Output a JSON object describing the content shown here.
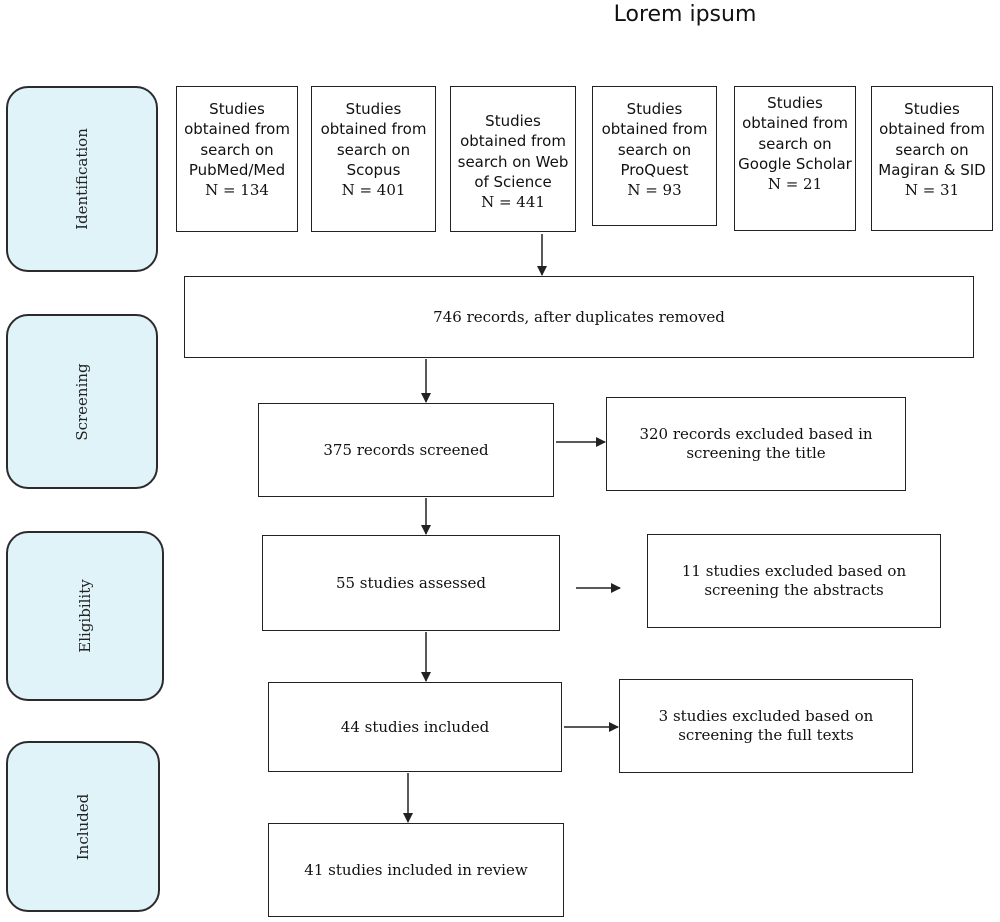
{
  "title": "Lorem ipsum",
  "stages": {
    "identification": "Identification",
    "screening": "Screening",
    "eligibility": "Eligibility",
    "included": "Included"
  },
  "sources": [
    {
      "label": "Studies obtained from search on PubMed/Med",
      "count": "N = 134"
    },
    {
      "label": "Studies obtained from search on Scopus",
      "count": "N = 401"
    },
    {
      "label": "Studies obtained from search on Web of Science",
      "count": "N = 441"
    },
    {
      "label": "Studies obtained from search on ProQuest",
      "count": "N = 93"
    },
    {
      "label": "Studies obtained from search on Google Scholar",
      "count": "N = 21"
    },
    {
      "label": "Studies obtained from search on Magiran & SID",
      "count": "N = 31"
    }
  ],
  "flow": {
    "deduplicated": "746 records, after duplicates removed",
    "screened": "375 records screened",
    "excluded_title": "320 records excluded based in screening the title",
    "assessed": "55 studies assessed",
    "excluded_abstracts": "11 studies excluded based on screening the abstracts",
    "included": "44 studies included",
    "excluded_full_texts": "3 studies excluded based on screening the full texts",
    "in_review": "41 studies included in review"
  }
}
